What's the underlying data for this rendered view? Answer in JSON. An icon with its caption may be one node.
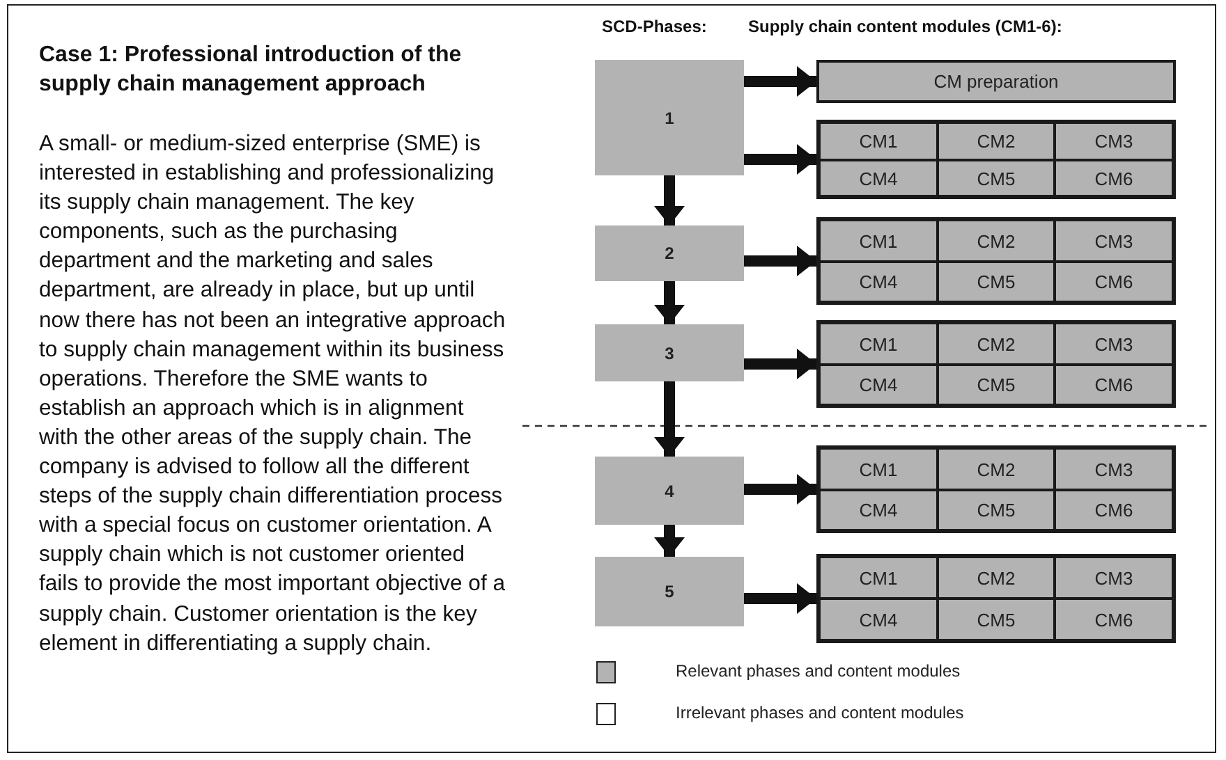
{
  "diagram": {
    "title": "Case 1: Professional introduction of the supply chain management approach",
    "nodes": [
      {
        "text": [
          "1"
        ]
      },
      {
        "text": [
          "2"
        ]
      },
      {
        "text": [
          "3"
        ]
      },
      {
        "text": [
          "4"
        ]
      },
      {
        "text": [
          "5"
        ]
      },
      {
        "text": [
          "CM preparation"
        ]
      },
      {
        "text": [],
        "shape": "box"
      },
      {
        "text": [
          "CM1"
        ],
        "in": 6
      },
      {
        "text": [
          "CM2"
        ],
        "in": 6
      },
      {
        "text": [
          "CM3"
        ],
        "in": 6
      },
      {
        "text": [
          "CM4"
        ],
        "in": 6
      },
      {
        "text": [
          "CM5"
        ],
        "in": 6
      },
      {
        "text": [
          "CM6"
        ],
        "in": 6
      },
      {
        "text": [],
        "shape": "box"
      },
      {
        "text": [
          "CM1"
        ],
        "in": 13
      },
      {
        "text": [
          "CM2"
        ],
        "in": 13
      },
      {
        "text": [
          "CM3"
        ],
        "in": 13
      },
      {
        "text": [
          "CM4"
        ],
        "in": 13
      },
      {
        "text": [
          "CM5"
        ],
        "in": 13
      },
      {
        "text": [
          "CM6"
        ],
        "in": 13
      },
      {
        "text": [],
        "shape": "box"
      },
      {
        "text": [
          "CM1"
        ],
        "in": 20
      },
      {
        "text": [
          "CM2"
        ],
        "in": 20
      },
      {
        "text": [
          "CM3"
        ],
        "in": 20
      },
      {
        "text": [
          "CM4"
        ],
        "in": 20
      },
      {
        "text": [
          "CM5"
        ],
        "in": 20
      },
      {
        "text": [
          "CM6"
        ],
        "in": 20
      },
      {
        "text": [],
        "shape": "box"
      },
      {
        "text": [
          "CM1"
        ],
        "in": 27
      },
      {
        "text": [
          "CM2"
        ],
        "in": 27
      },
      {
        "text": [
          "CM3"
        ],
        "in": 27
      },
      {
        "text": [
          "CM4"
        ],
        "in": 27
      },
      {
        "text": [
          "CM5"
        ],
        "in": 27
      },
      {
        "text": [
          "CM6"
        ],
        "in": 27
      },
      {
        "text": [],
        "shape": "box"
      },
      {
        "text": [
          "CM1"
        ],
        "in": 34
      },
      {
        "text": [
          "CM2"
        ],
        "in": 34
      },
      {
        "text": [
          "CM3"
        ],
        "in": 34
      },
      {
        "text": [
          "CM4"
        ],
        "in": 34
      },
      {
        "text": [
          "CM5"
        ],
        "in": 34
      },
      {
        "text": [
          "CM6"
        ],
        "in": 34
      }
    ],
    "edges": [
      {
        "from": 0,
        "to": 1,
        "arrow": "to"
      },
      {
        "from": 1,
        "to": 2,
        "arrow": "to"
      },
      {
        "from": 2,
        "to": 3,
        "arrow": "to"
      },
      {
        "from": 3,
        "to": 4,
        "arrow": "to"
      },
      {
        "from": 0,
        "to": 5,
        "arrow": "to"
      },
      {
        "from": 0,
        "to": 6,
        "arrow": "to"
      },
      {
        "from": 1,
        "to": 13,
        "arrow": "to"
      },
      {
        "from": 2,
        "to": 20,
        "arrow": "to"
      },
      {
        "from": 3,
        "to": 27,
        "arrow": "to"
      },
      {
        "from": 4,
        "to": 34,
        "arrow": "to"
      }
    ],
    "labels": [
      "A small- or medium-sized enterprise (SME) is interested in establishing and professionalizing its supply chain management. The key components, such as the purchasing department and the marketing and sales department, are already in place, but up until now there has not been an integrative approach to supply chain management within its business operations. Therefore the SME wants to establish an approach which is in alignment with the other areas of the supply chain. The company is advised to follow all the different steps of the supply chain differentiation process with a special focus on customer orientation. A supply chain which is not customer oriented fails to provide the most important objective of a supply chain. Customer orientation is the key element in differentiating a supply chain.",
      "SCD-Phases:",
      "Supply chain content modules (CM1-6):"
    ],
    "legend": [
      {
        "text": "Relevant phases and content modules",
        "color": "#b3b3b3"
      },
      {
        "text": "Irrelevant phases and content modules",
        "color": "#ffffff"
      }
    ]
  }
}
